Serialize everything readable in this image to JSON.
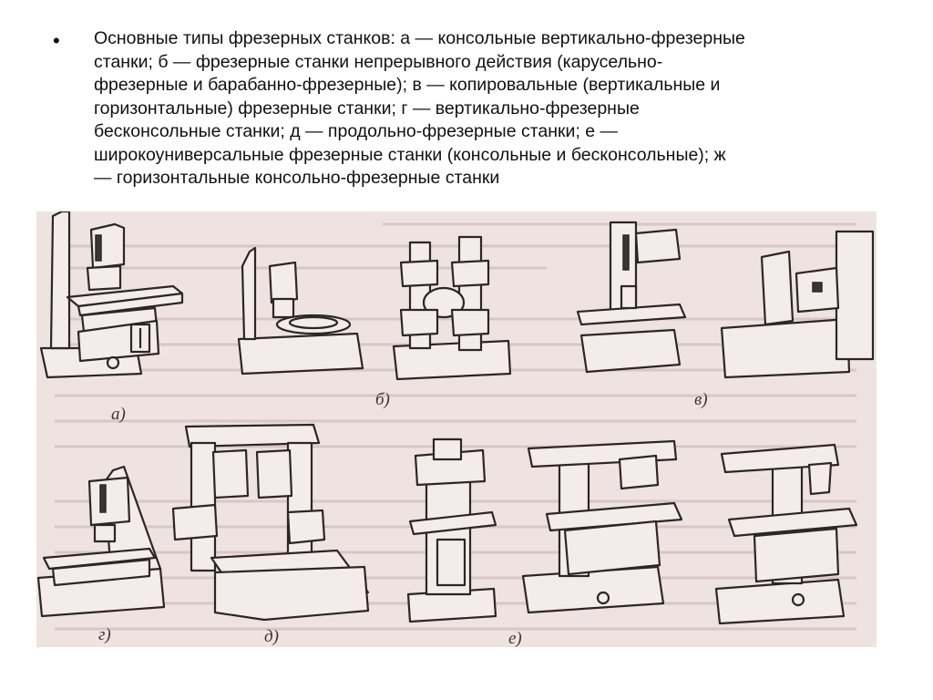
{
  "slide": {
    "bullet_symbol": "•",
    "caption": "Основные типы фрезерных станков: а — консольные вертикально-фрезерные\nстанки; б — фрезерные станки непрерывного действия (карусельно-\nфрезерные и барабанно-фрезерные); в — копировальные (вертикальные и\nгоризонтальные) фрезерные станки; г — вертикально-фрезерные\nбесконсольные станки; д — продольно-фрезерные станки; е —\nширокоуниверсальные фрезерные станки (консольные и бесконсольные); ж\n— горизонтальные консольно-фрезерные станки"
  },
  "figure": {
    "background_color": "#efe3e1",
    "labels": {
      "a": "а)",
      "b": "б)",
      "v": "в)",
      "g": "г)",
      "d": "д)",
      "e": "е)"
    }
  }
}
